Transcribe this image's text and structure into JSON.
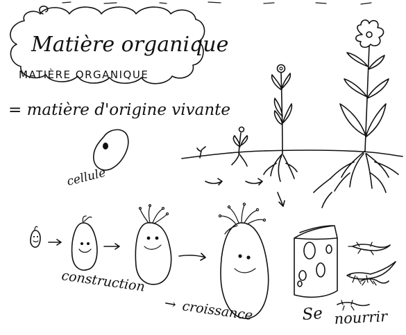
{
  "title": {
    "script": "Matière organique",
    "caps": "MATIÈRE ORGANIQUE"
  },
  "definition": "= matière d'origine vivante",
  "labels": {
    "cell": "cellule",
    "construction": "construction",
    "arrow": "→",
    "growth": "croissance",
    "feed_1": "Se",
    "feed_2": "nourrir"
  },
  "colors": {
    "ink": "#111111",
    "paper": "#ffffff"
  }
}
